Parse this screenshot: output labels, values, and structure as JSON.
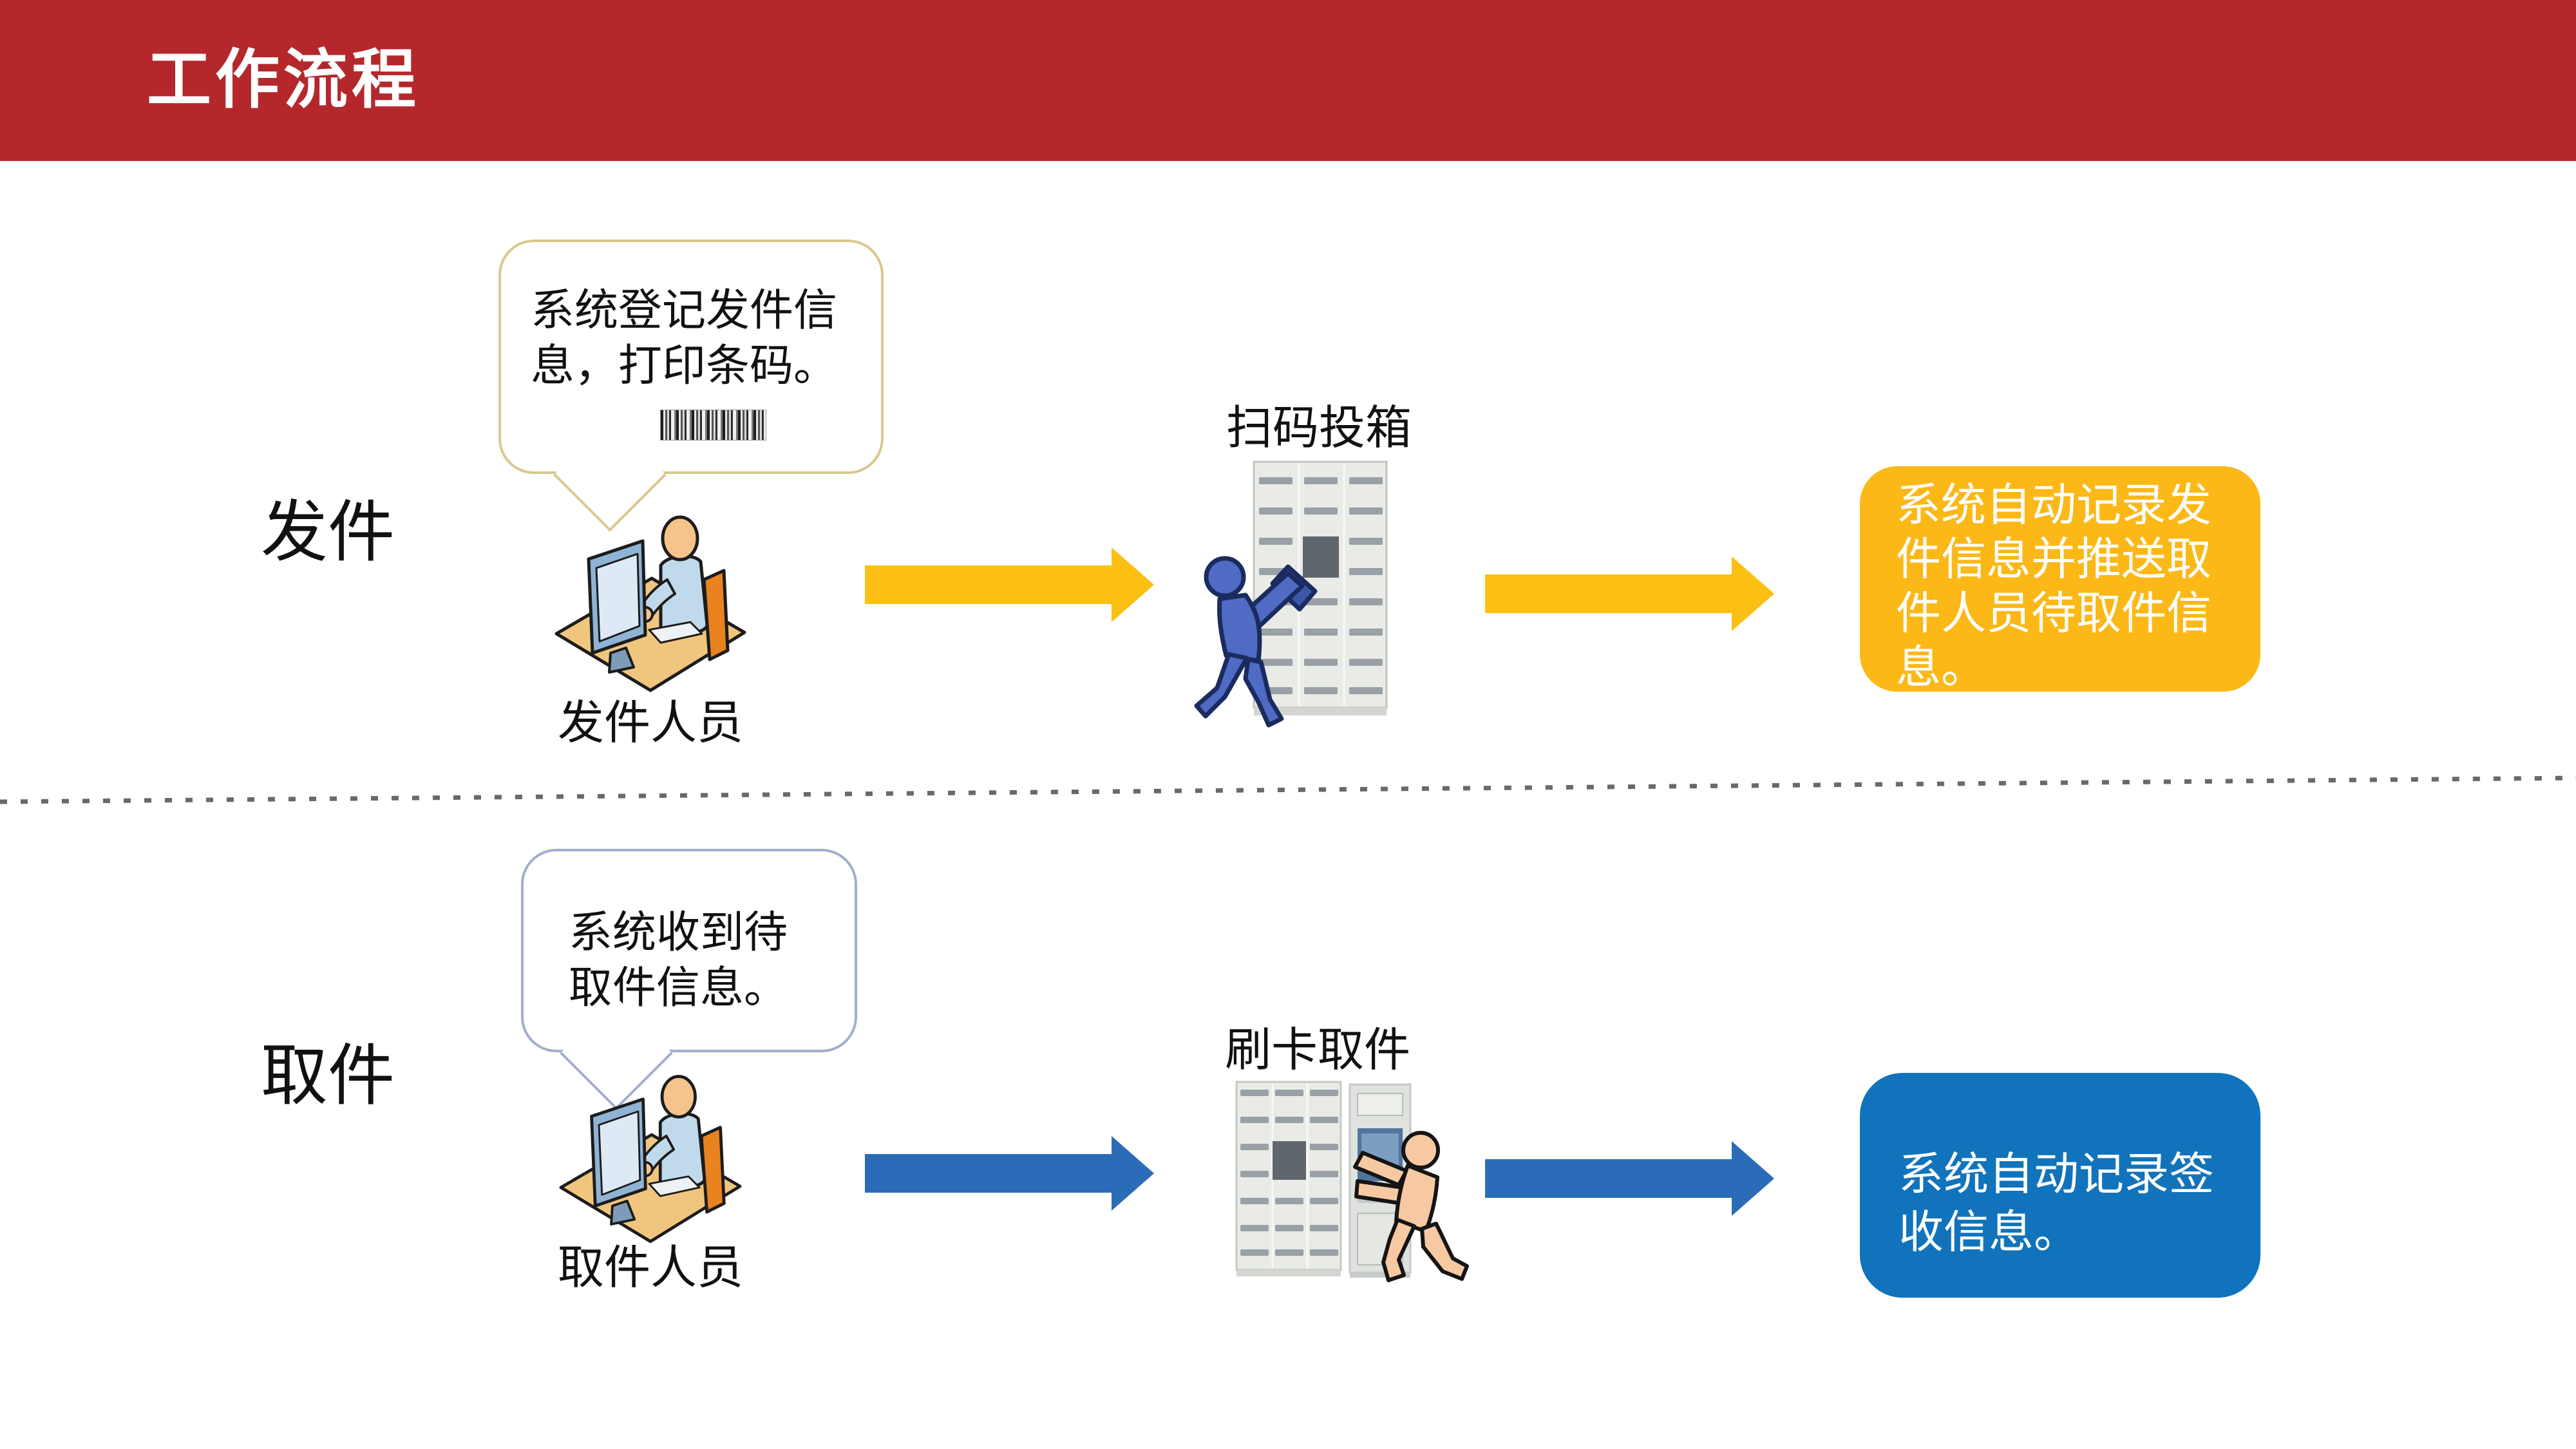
{
  "header": {
    "title": "工作流程"
  },
  "rows": [
    {
      "label": "发件",
      "bubble": {
        "text": "系统登记发件信息，打印条码。",
        "has_barcode": true
      },
      "actor_label": "发件人员",
      "station_label": "扫码投箱",
      "result": {
        "text": "系统自动记录发件信息并推送取件人员待取件信息。"
      }
    },
    {
      "label": "取件",
      "bubble": {
        "text": "系统收到待取件信息。",
        "has_barcode": false
      },
      "actor_label": "取件人员",
      "station_label": "刷卡取件",
      "result": {
        "text": "系统自动记录签收信息。"
      }
    }
  ],
  "colors": {
    "header_red": "#B4282C",
    "arrow_yellow": "#FCC014",
    "box_yellow": "#FBB817",
    "arrow_blue": "#2B6CB8",
    "box_blue": "#1173BB",
    "bubble_send_border": "#D8C88F",
    "bubble_pickup_border": "#A3AECB",
    "dashed_line": "#66696D",
    "result_text": "#FFFFFF"
  },
  "icons": {
    "person_at_desk": "person-at-desk-icon",
    "parcel_locker": "parcel-locker-icon",
    "walking_person": "walking-person-icon",
    "locker_kiosk": "locker-kiosk-icon",
    "reaching_person": "reaching-person-icon",
    "barcode": "barcode-image"
  }
}
